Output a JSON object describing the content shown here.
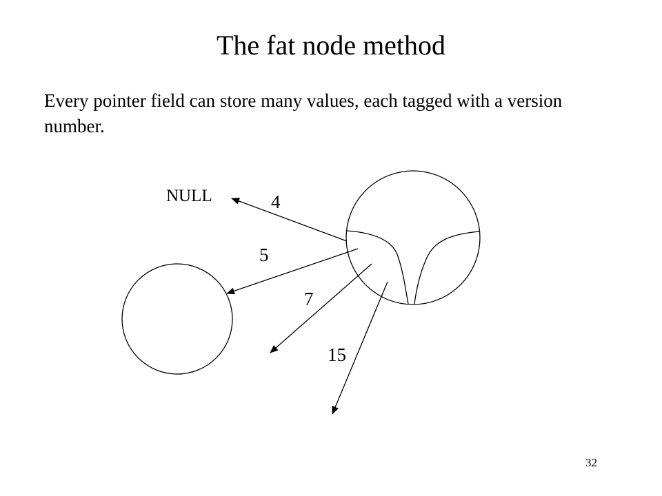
{
  "slide": {
    "title": "The fat node method",
    "body": "Every pointer field can store many values, each tagged with a version number.",
    "page_number": "32"
  },
  "diagram": {
    "null_label": "NULL",
    "version_labels": {
      "v4": "4",
      "v5": "5",
      "v7": "7",
      "v15": "15"
    }
  }
}
